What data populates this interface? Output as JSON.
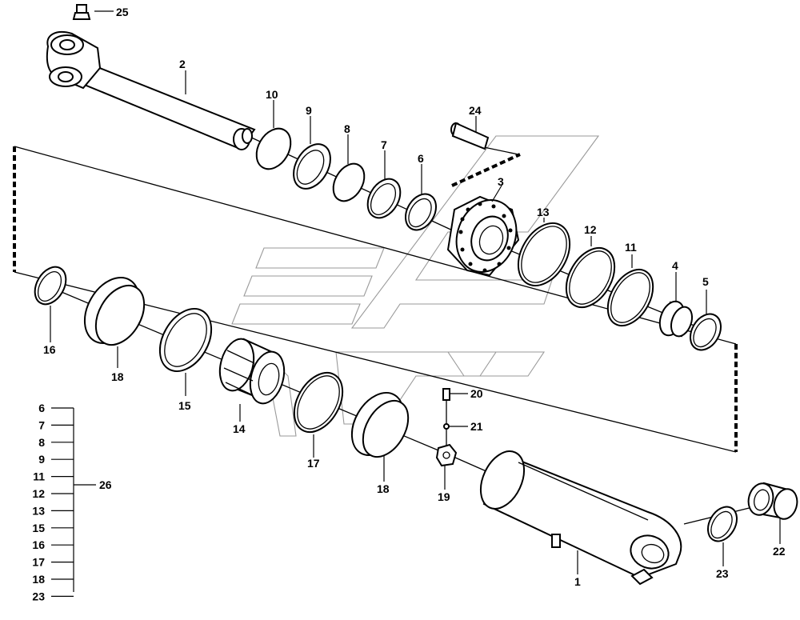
{
  "parts": {
    "p1": "1",
    "p2": "2",
    "p3": "3",
    "p4": "4",
    "p5": "5",
    "p6": "6",
    "p7": "7",
    "p8": "8",
    "p9": "9",
    "p10": "10",
    "p11": "11",
    "p12": "12",
    "p13": "13",
    "p14": "14",
    "p15": "15",
    "p16": "16",
    "p17": "17",
    "p18": "18",
    "p19": "19",
    "p20": "20",
    "p21": "21",
    "p22": "22",
    "p23": "23",
    "p24": "24",
    "p25": "25"
  },
  "kit": {
    "label": "26",
    "items": [
      "6",
      "7",
      "8",
      "9",
      "11",
      "12",
      "13",
      "15",
      "16",
      "17",
      "18",
      "23"
    ]
  }
}
